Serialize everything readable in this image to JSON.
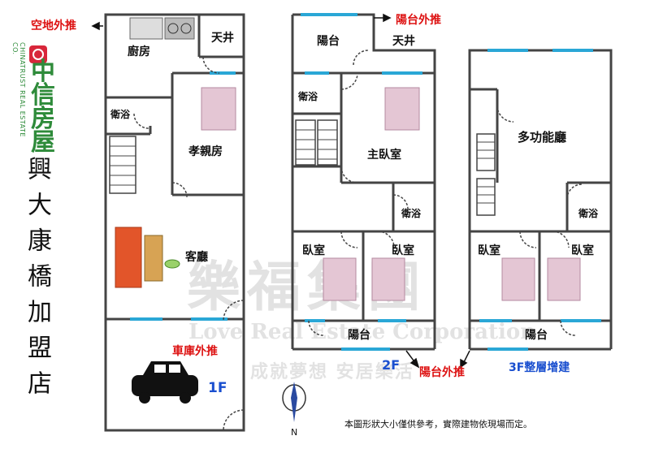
{
  "logo": {
    "brand_cn": "中信房屋",
    "brand_en": "CHINATRUST REAL ESTATE CO."
  },
  "store_name": "興大康橋加盟店",
  "floor1": {
    "label": "1F",
    "annotations": {
      "top": "空地外推",
      "garage": "車庫外推"
    },
    "rooms": {
      "kitchen": "廚房",
      "skylight": "天井",
      "bath": "衛浴",
      "elder": "孝親房",
      "living": "客廳"
    }
  },
  "floor2": {
    "label": "2F",
    "annotations": {
      "top": "陽台外推",
      "bottom": "陽台外推"
    },
    "rooms": {
      "balcony_top": "陽台",
      "skylight": "天井",
      "bath1": "衛浴",
      "master": "主臥室",
      "bath2": "衛浴",
      "bed1": "臥室",
      "bed2": "臥室",
      "balcony_bottom": "陽台"
    }
  },
  "floor3": {
    "label": "3F整層增建",
    "rooms": {
      "multi": "多功能廳",
      "bath": "衛浴",
      "bed1": "臥室",
      "bed2": "臥室",
      "balcony": "陽台"
    }
  },
  "watermark": {
    "cn": "樂福集團",
    "en": "Love Real Estate Corporation",
    "slogan": "成就夢想 安居樂活"
  },
  "compass": {
    "label": "N"
  },
  "disclaimer": "本圖形狀大小僅供參考，實際建物依現場而定。",
  "colors": {
    "wall": "#444444",
    "door": "#444444",
    "window": "#2aa7d6",
    "label_red": "#dd1111",
    "label_blue": "#1a4fcf",
    "bed": "#e4c6d4"
  }
}
